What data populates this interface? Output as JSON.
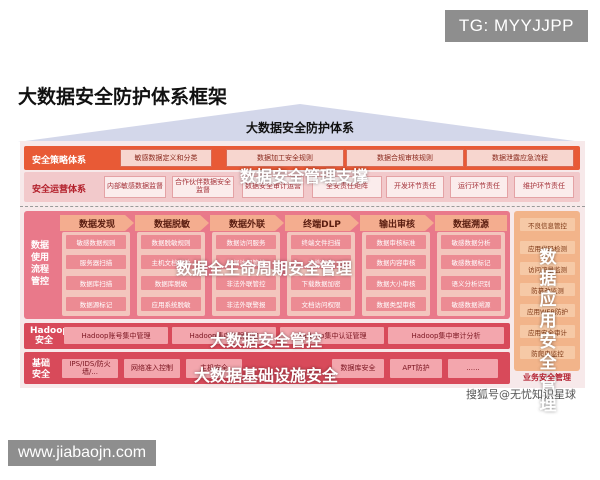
{
  "watermarks": {
    "top_right": "TG: MYYJJPP",
    "bottom_left": "www.jiabaojn.com",
    "sohu": "搜狐号@无忧知识星球"
  },
  "page_title": "大数据安全防护体系框架",
  "roof_title": "大数据安全防护体系",
  "policy": {
    "label": "安全策略体系",
    "items": [
      "敏感数据定义和分类",
      "数据加工安全规则",
      "数据合规审核规则",
      "数据泄露应急流程"
    ]
  },
  "operations": {
    "label": "安全运营体系",
    "items": [
      "内部敏感数据监督",
      "合作伙伴数据安全监督",
      "数据安全审计运营",
      "全安责任矩阵",
      "开发环节责任",
      "运行环节责任",
      "维护环节责任"
    ]
  },
  "overlays": {
    "support": "数据安全管理支撑",
    "lifecycle": "数据全生命周期安全管理",
    "hadoop": "大数据安全管控",
    "base": "大数据基础设施安全",
    "app": [
      "数据",
      "应用",
      "安全",
      "管理"
    ]
  },
  "lifecycle": {
    "label": "数据使用流程管控",
    "stages": [
      {
        "name": "数据发现",
        "items": [
          "敏感数据规则",
          "服务器扫描",
          "数据库扫描",
          "数据源标记"
        ]
      },
      {
        "name": "数据脱敏",
        "items": [
          "数据脱敏规则",
          "主机文档脱敏",
          "数据库脱敏",
          "应用系统脱敏"
        ]
      },
      {
        "name": "数据外联",
        "items": [
          "数据访问服务",
          "数据访问管控",
          "非法外联管控",
          "非法外联警报"
        ]
      },
      {
        "name": "终端DLP",
        "items": [
          "终端文件扫描",
          "文档加密",
          "下载数据加密",
          "文档访问权限"
        ]
      },
      {
        "name": "输出审核",
        "items": [
          "数据审核标准",
          "数据内容审核",
          "数据大小审核",
          "数据类型审核"
        ]
      },
      {
        "name": "数据溯源",
        "items": [
          "敏感数据分析",
          "敏感数据标记",
          "语义分析识别",
          "敏感数据溯源"
        ]
      }
    ]
  },
  "hadoop": {
    "label": "Hadoop安全",
    "items": [
      "Hadoop账号集中管理",
      "Hadoop集中权限管控",
      "Hadoop集中认证管理",
      "Hadoop集中审计分析"
    ]
  },
  "base": {
    "label": "基础安全",
    "items": [
      "IPS/IDS/防火墙/...",
      "网络准入控制",
      "主机安全",
      "数据库安全",
      "APT防护",
      "......"
    ]
  },
  "app_security": {
    "items": [
      "不良信息管控",
      "应用代码检测",
      "访问流量监测",
      "防篡改监测",
      "应用WEB防护",
      "应用安全审计",
      "防爬虫监控"
    ],
    "label": "业务安全管理"
  }
}
